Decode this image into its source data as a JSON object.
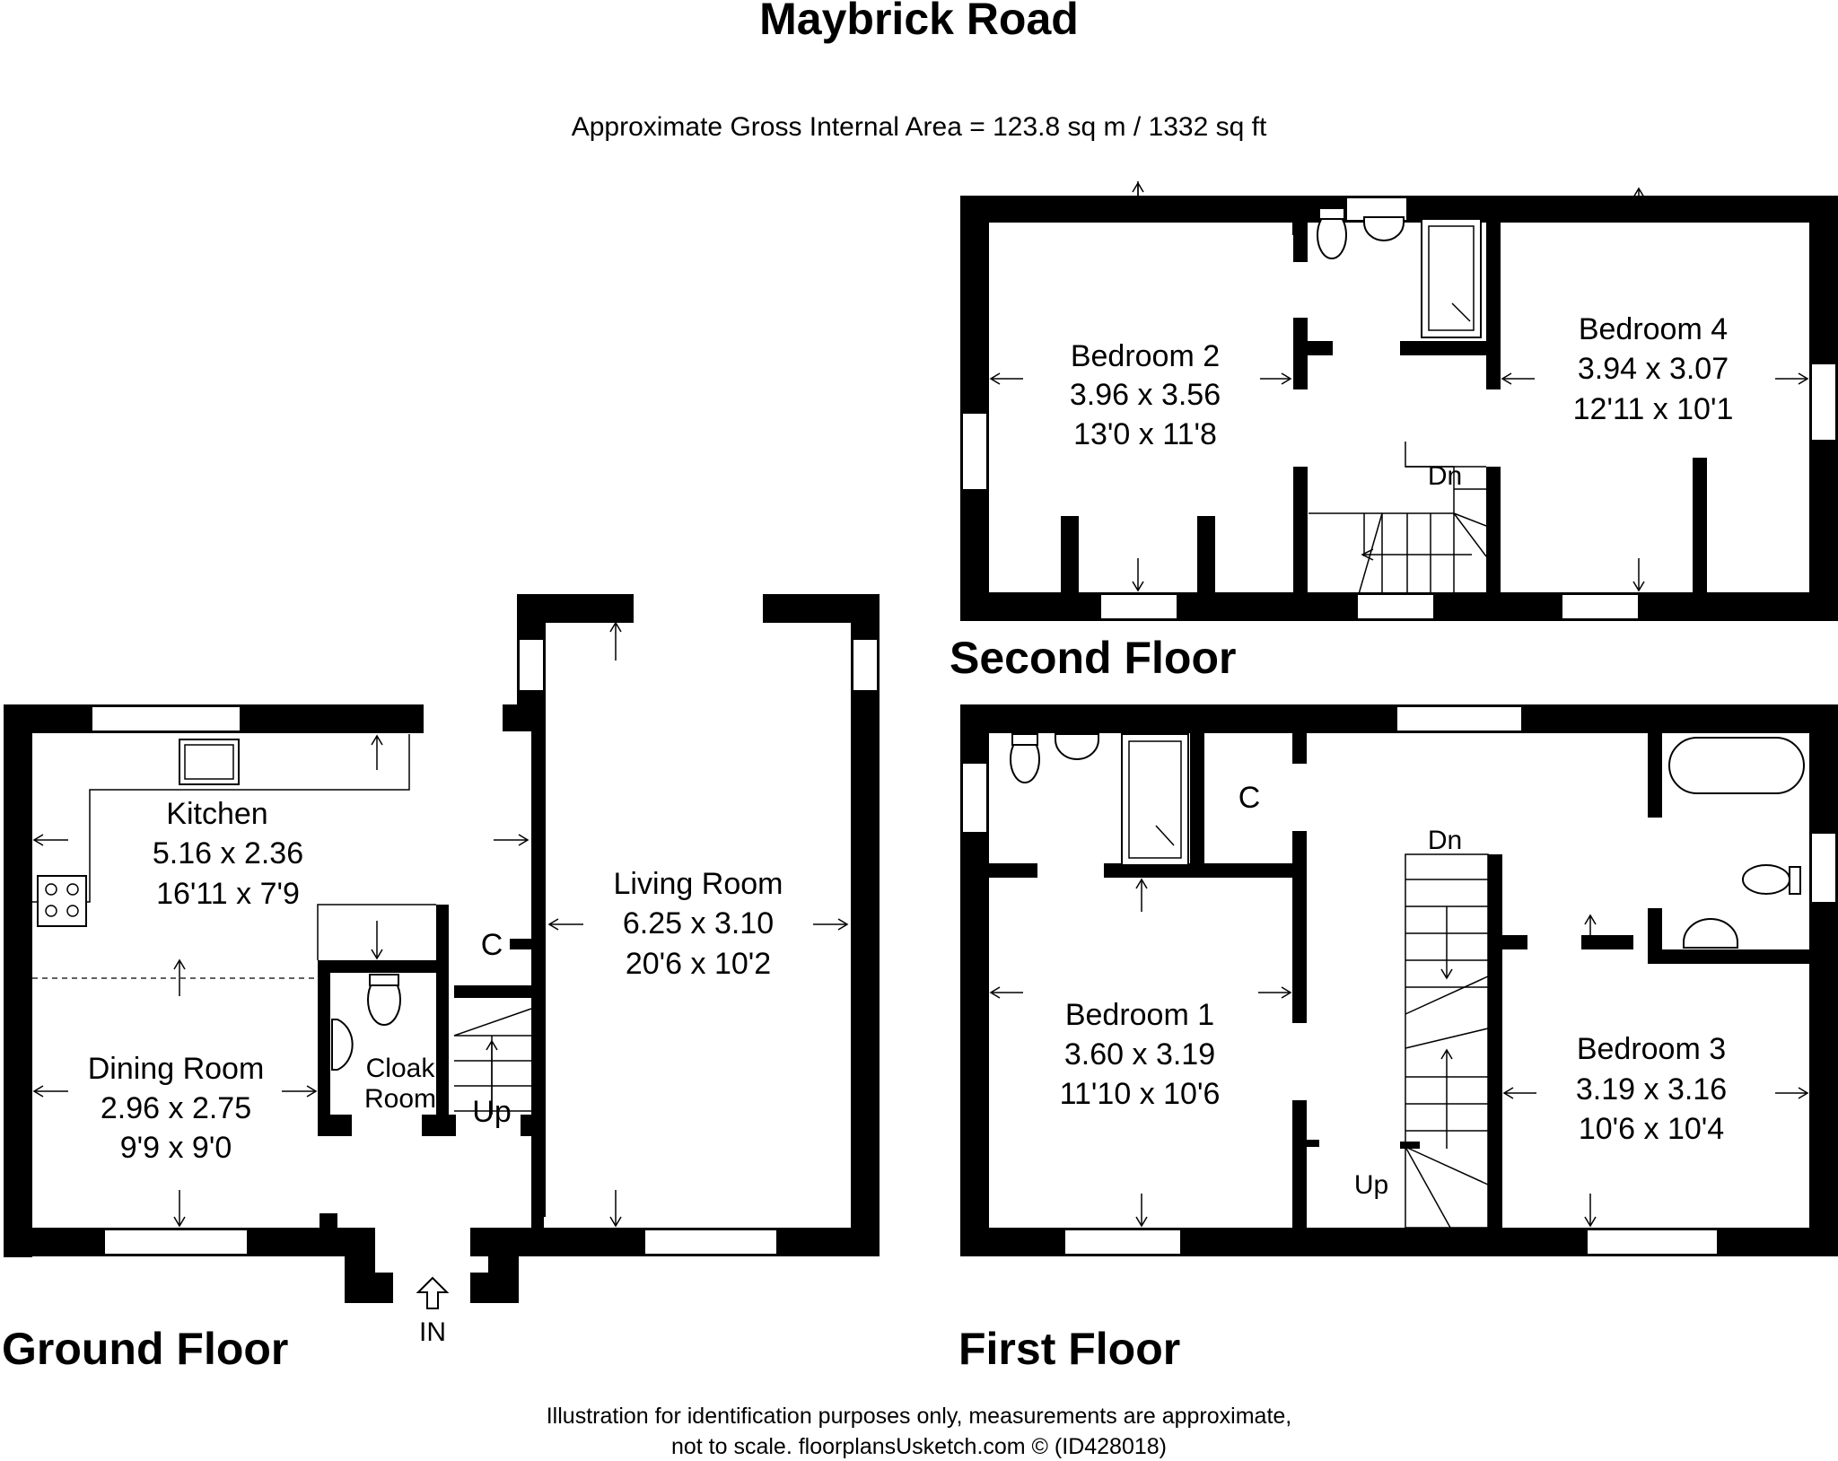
{
  "title": "Maybrick Road",
  "subtitle": "Approximate Gross Internal Area = 123.8 sq m / 1332 sq ft",
  "floors": {
    "ground": "Ground Floor",
    "first": "First Floor",
    "second": "Second Floor"
  },
  "rooms": {
    "kitchen": {
      "name": "Kitchen",
      "metric": "5.16 x 2.36",
      "imperial": "16'11 x 7'9"
    },
    "dining": {
      "name": "Dining Room",
      "metric": "2.96 x 2.75",
      "imperial": "9'9 x 9'0"
    },
    "living": {
      "name": "Living Room",
      "metric": "6.25 x 3.10",
      "imperial": "20'6 x 10'2"
    },
    "cloak": {
      "line1": "Cloak",
      "line2": "Room"
    },
    "bedroom1": {
      "name": "Bedroom 1",
      "metric": "3.60 x 3.19",
      "imperial": "11'10 x 10'6"
    },
    "bedroom2": {
      "name": "Bedroom 2",
      "metric": "3.96 x 3.56",
      "imperial": "13'0 x 11'8"
    },
    "bedroom3": {
      "name": "Bedroom 3",
      "metric": "3.19 x 3.16",
      "imperial": "10'6 x 10'4"
    },
    "bedroom4": {
      "name": "Bedroom 4",
      "metric": "3.94 x 3.07",
      "imperial": "12'11 x 10'1"
    }
  },
  "labels": {
    "cupboard": "C",
    "up": "Up",
    "down": "Dn",
    "entrance": "IN"
  },
  "footer": {
    "line1": "Illustration for identification purposes only, measurements are approximate,",
    "line2": "not to scale. floorplansUsketch.com © (ID428018)"
  }
}
